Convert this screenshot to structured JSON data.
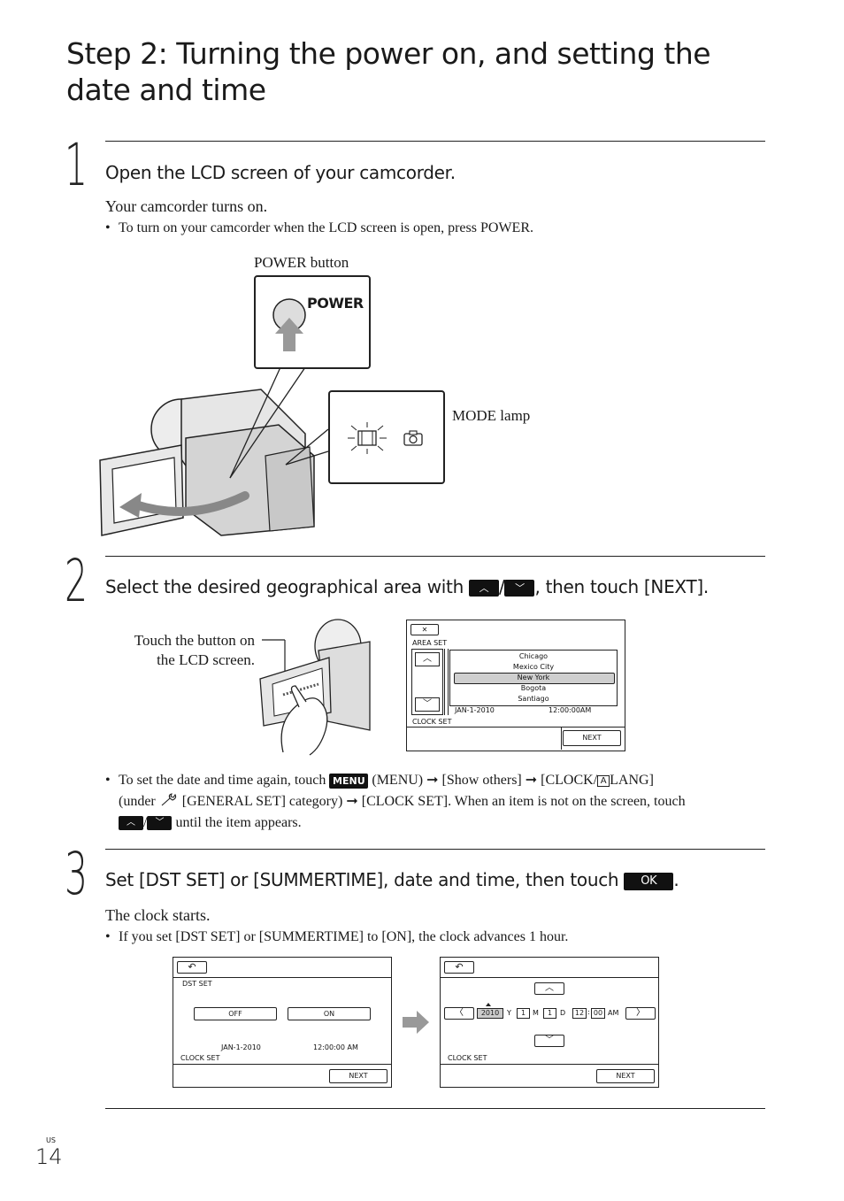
{
  "page": {
    "title": "Step 2: Turning the power on, and setting the date and time",
    "region_code": "US",
    "page_number": "14"
  },
  "step1": {
    "number": "1",
    "heading": "Open the LCD screen of your camcorder.",
    "body": "Your camcorder turns on.",
    "bullet": "To turn on your camcorder when the LCD screen is open, press POWER.",
    "label_power_button": "POWER button",
    "label_mode_lamp": "MODE lamp",
    "power_key_text": "POWER"
  },
  "step2": {
    "number": "2",
    "heading_before": "Select the desired geographical area with ",
    "heading_after": ", then touch [NEXT].",
    "slash": "/",
    "label_touch_line1": "Touch the button on",
    "label_touch_line2": "the LCD screen.",
    "screen": {
      "title": "AREA SET",
      "cities": [
        "Chicago",
        "Mexico City",
        "New York",
        "Bogota",
        "Santiago"
      ],
      "selected_city": "New York",
      "date": "JAN-1-2010",
      "time": "12:00:00AM",
      "footer_label": "CLOCK SET",
      "next_button": "NEXT",
      "close_glyph": "✕"
    },
    "bullet_parts": {
      "p1": "To set the date and time again, touch ",
      "menu_label": "MENU",
      "p2": " (MENU) ",
      "p3": " [Show others] ",
      "p4": " [CLOCK/",
      "p5": "LANG]",
      "p6": "(under ",
      "p7": " [GENERAL SET] category) ",
      "p8": " [CLOCK SET]. When an item is not on the screen, touch",
      "p9": " until the item appears.",
      "arrow": "➞",
      "lang_icon": "A"
    }
  },
  "step3": {
    "number": "3",
    "heading_before": "Set [DST SET] or [SUMMERTIME], date and time, then touch ",
    "ok_label": "OK",
    "heading_after": ".",
    "body": "The clock starts.",
    "bullet": "If you set [DST SET] or [SUMMERTIME] to [ON], the clock advances 1 hour.",
    "screen_dst": {
      "title": "DST SET",
      "off_button": "OFF",
      "on_button": "ON",
      "date": "JAN-1-2010",
      "time": "12:00:00 AM",
      "footer_label": "CLOCK SET",
      "next_button": "NEXT",
      "back_glyph": "↶"
    },
    "screen_clock": {
      "year": "2010",
      "year_unit": "Y",
      "month": "1",
      "month_unit": "M",
      "day": "1",
      "day_unit": "D",
      "hour": "12",
      "minute": "00",
      "ampm": "AM",
      "colon": ":",
      "footer_label": "CLOCK SET",
      "next_button": "NEXT",
      "back_glyph": "↶"
    }
  },
  "glyphs": {
    "up": "︿",
    "down": "﹀",
    "left": "〈",
    "right": "〉",
    "bullet_dot": "•"
  }
}
